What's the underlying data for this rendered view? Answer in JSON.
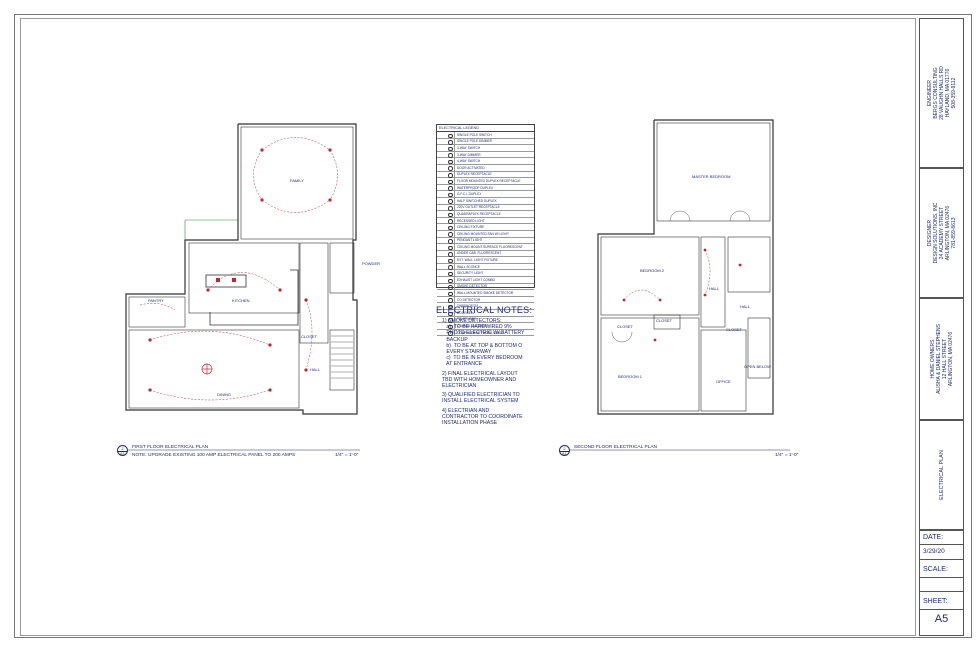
{
  "titleblock": {
    "engineer": "ENGINEER\nBERGS CONSULTING\n28 VAUGHN HALLS RD\nHAYLAND, MA 01776\n508-359-9112",
    "designer": "DESIGNER\nDESIGN SOLUTIONS, INC\n24 ACADEMY STREET\nARLINGTON, MA 02476\n781-859-8613",
    "owners": "HOME OWNERS\nALISHA & DANIEL STEPHENS\n12 HALL STREET\nARLINGTON, MA 02476",
    "sheet_title": "ELECTRICAL PLAN",
    "date_label": "DATE:",
    "date_value": "3/29/20",
    "scale_label": "SCALE:",
    "sheet_label": "SHEET:",
    "sheet_number": "A5"
  },
  "legend": {
    "title": "ELECTRICAL LEGEND",
    "items": [
      "SINGLE POLE SWITCH",
      "SINGLE POLE DIMMER",
      "3-WAY SWITCH",
      "3-WAY DIMMER",
      "4-WAY SWITCH",
      "DOOR ACTIVATED",
      "DUPLEX RECEPTACLE",
      "FLOOR MOUNTED DUPLEX RECEPTACLE",
      "WATERPROOF DUPLEX",
      "G.F.C.I. DUPLEX",
      "HALF SWITCHED DUPLEX",
      "220V OUTLET RECEPTACLE",
      "QUADRAPLEX RECEPTACLE",
      "RECESSED LIGHT",
      "CEILING FIXTURE",
      "CEILING MOUNTED FAN W/ LIGHT",
      "PENDANT LIGHT",
      "CEILING MOUNT SURFACE FLUORESCENT",
      "UNDER CAB. FLUORESCENT",
      "EXT. WALL LIGHT FIXTURE",
      "WALL SCONCE",
      "SECURITY LIGHT",
      "EXHAUST LIGHT COMBO",
      "SMOKE DETECTOR",
      "WALL MOUNTED SMOKE DETECTOR",
      "CO DETECTOR",
      "THERMOSTAT",
      "DOORBELL",
      "TELEPHONE",
      "COAXIAL TV CABLE",
      "COMPUTER NETWORK CABLE"
    ]
  },
  "notes": {
    "heading": "ELECTRICAL NOTES:",
    "items": [
      "1) SMOKE DETECTORS:\n   a)  TO BE HARDWIRED 9%\n   PHOTO ELECTRIC W/ BATTERY\n   BACKUP\n   b)  TO BE AT TOP & BOTTOM O\n   EVERY STAIRWAY\n   c)  TO BE IN EVERY BEDROOM\n   AT ENTRANCE",
      "2) FINAL ELECTRICAL LAYOUT\nTBD WITH HOMEOWNER AND\nELECTRICIAN",
      "3) QUALIFIED ELECTRICIAN TO\nINSTALL ELECTRICAL SYSTEM",
      "4) ELECTRIAN AND\nCONTRACTOR TO COORDINATE\nINSTALLATION PHASE"
    ]
  },
  "first_floor": {
    "caption": "FIRST FLOOR ELECTRICAL PLAN",
    "note": "NOTE: UPGRADE EXISTING 100 AMP ELECTRICAL PANEL TO 200 AMPS",
    "scale": "1/4\" = 1'-0\"",
    "bubble_num": "2",
    "bubble_sheet": "A1",
    "rooms": {
      "family": "FAMILY",
      "kitchen": "KITCHEN",
      "pantry": "PANTRY",
      "dining": "DINING",
      "closet": "CLOSET",
      "hall": "HALL",
      "powder": "POWDER"
    }
  },
  "second_floor": {
    "caption": "SECOND FLOOR ELECTRICAL PLAN",
    "scale": "1/4\" = 1'-0\"",
    "bubble_num": "2",
    "bubble_sheet": "A1",
    "rooms": {
      "master": "MASTER BEDROOM",
      "bed2": "BEDROOM 2",
      "bed1": "BEDROOM 1",
      "closet1": "CLOSET",
      "closet2": "CLOSET",
      "closet3": "CLOSET",
      "hall1": "HALL",
      "hall2": "HALL",
      "office": "OFFICE",
      "open": "OPEN BELOW"
    }
  },
  "colors": {
    "ink": "#1a2a7a",
    "wall": "#333333",
    "electric": "#c0272d",
    "dim": "#888888"
  }
}
